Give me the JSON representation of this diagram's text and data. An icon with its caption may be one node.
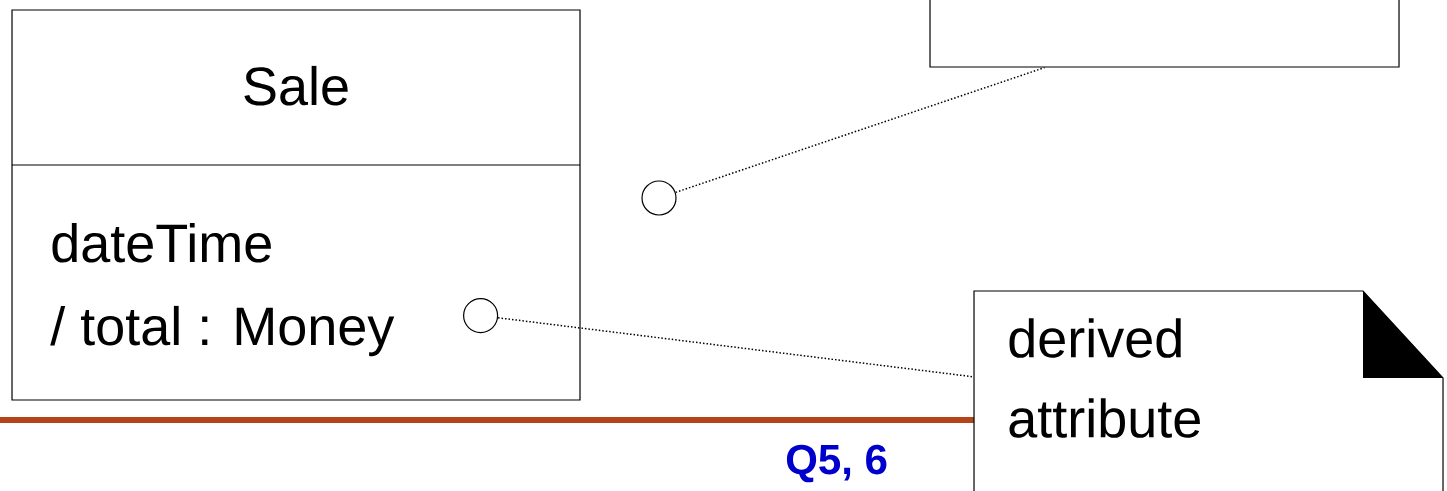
{
  "diagram": {
    "nodes": [
      {
        "text": [
          "Sale",
          "dateTime",
          "/ total : Money"
        ]
      },
      {
        "text": [],
        "shape": "box"
      },
      {
        "text": [],
        "shape": "circle"
      },
      {
        "text": [],
        "shape": "circle",
        "in": 0
      },
      {
        "text": [
          "derived attribute"
        ]
      }
    ],
    "edges": [
      {
        "from": 2,
        "to": 1,
        "arrow": "none",
        "style": "dashed"
      },
      {
        "from": 3,
        "to": 4,
        "arrow": "none",
        "style": "dashed"
      }
    ],
    "labels": [
      "Q5, 6"
    ]
  }
}
